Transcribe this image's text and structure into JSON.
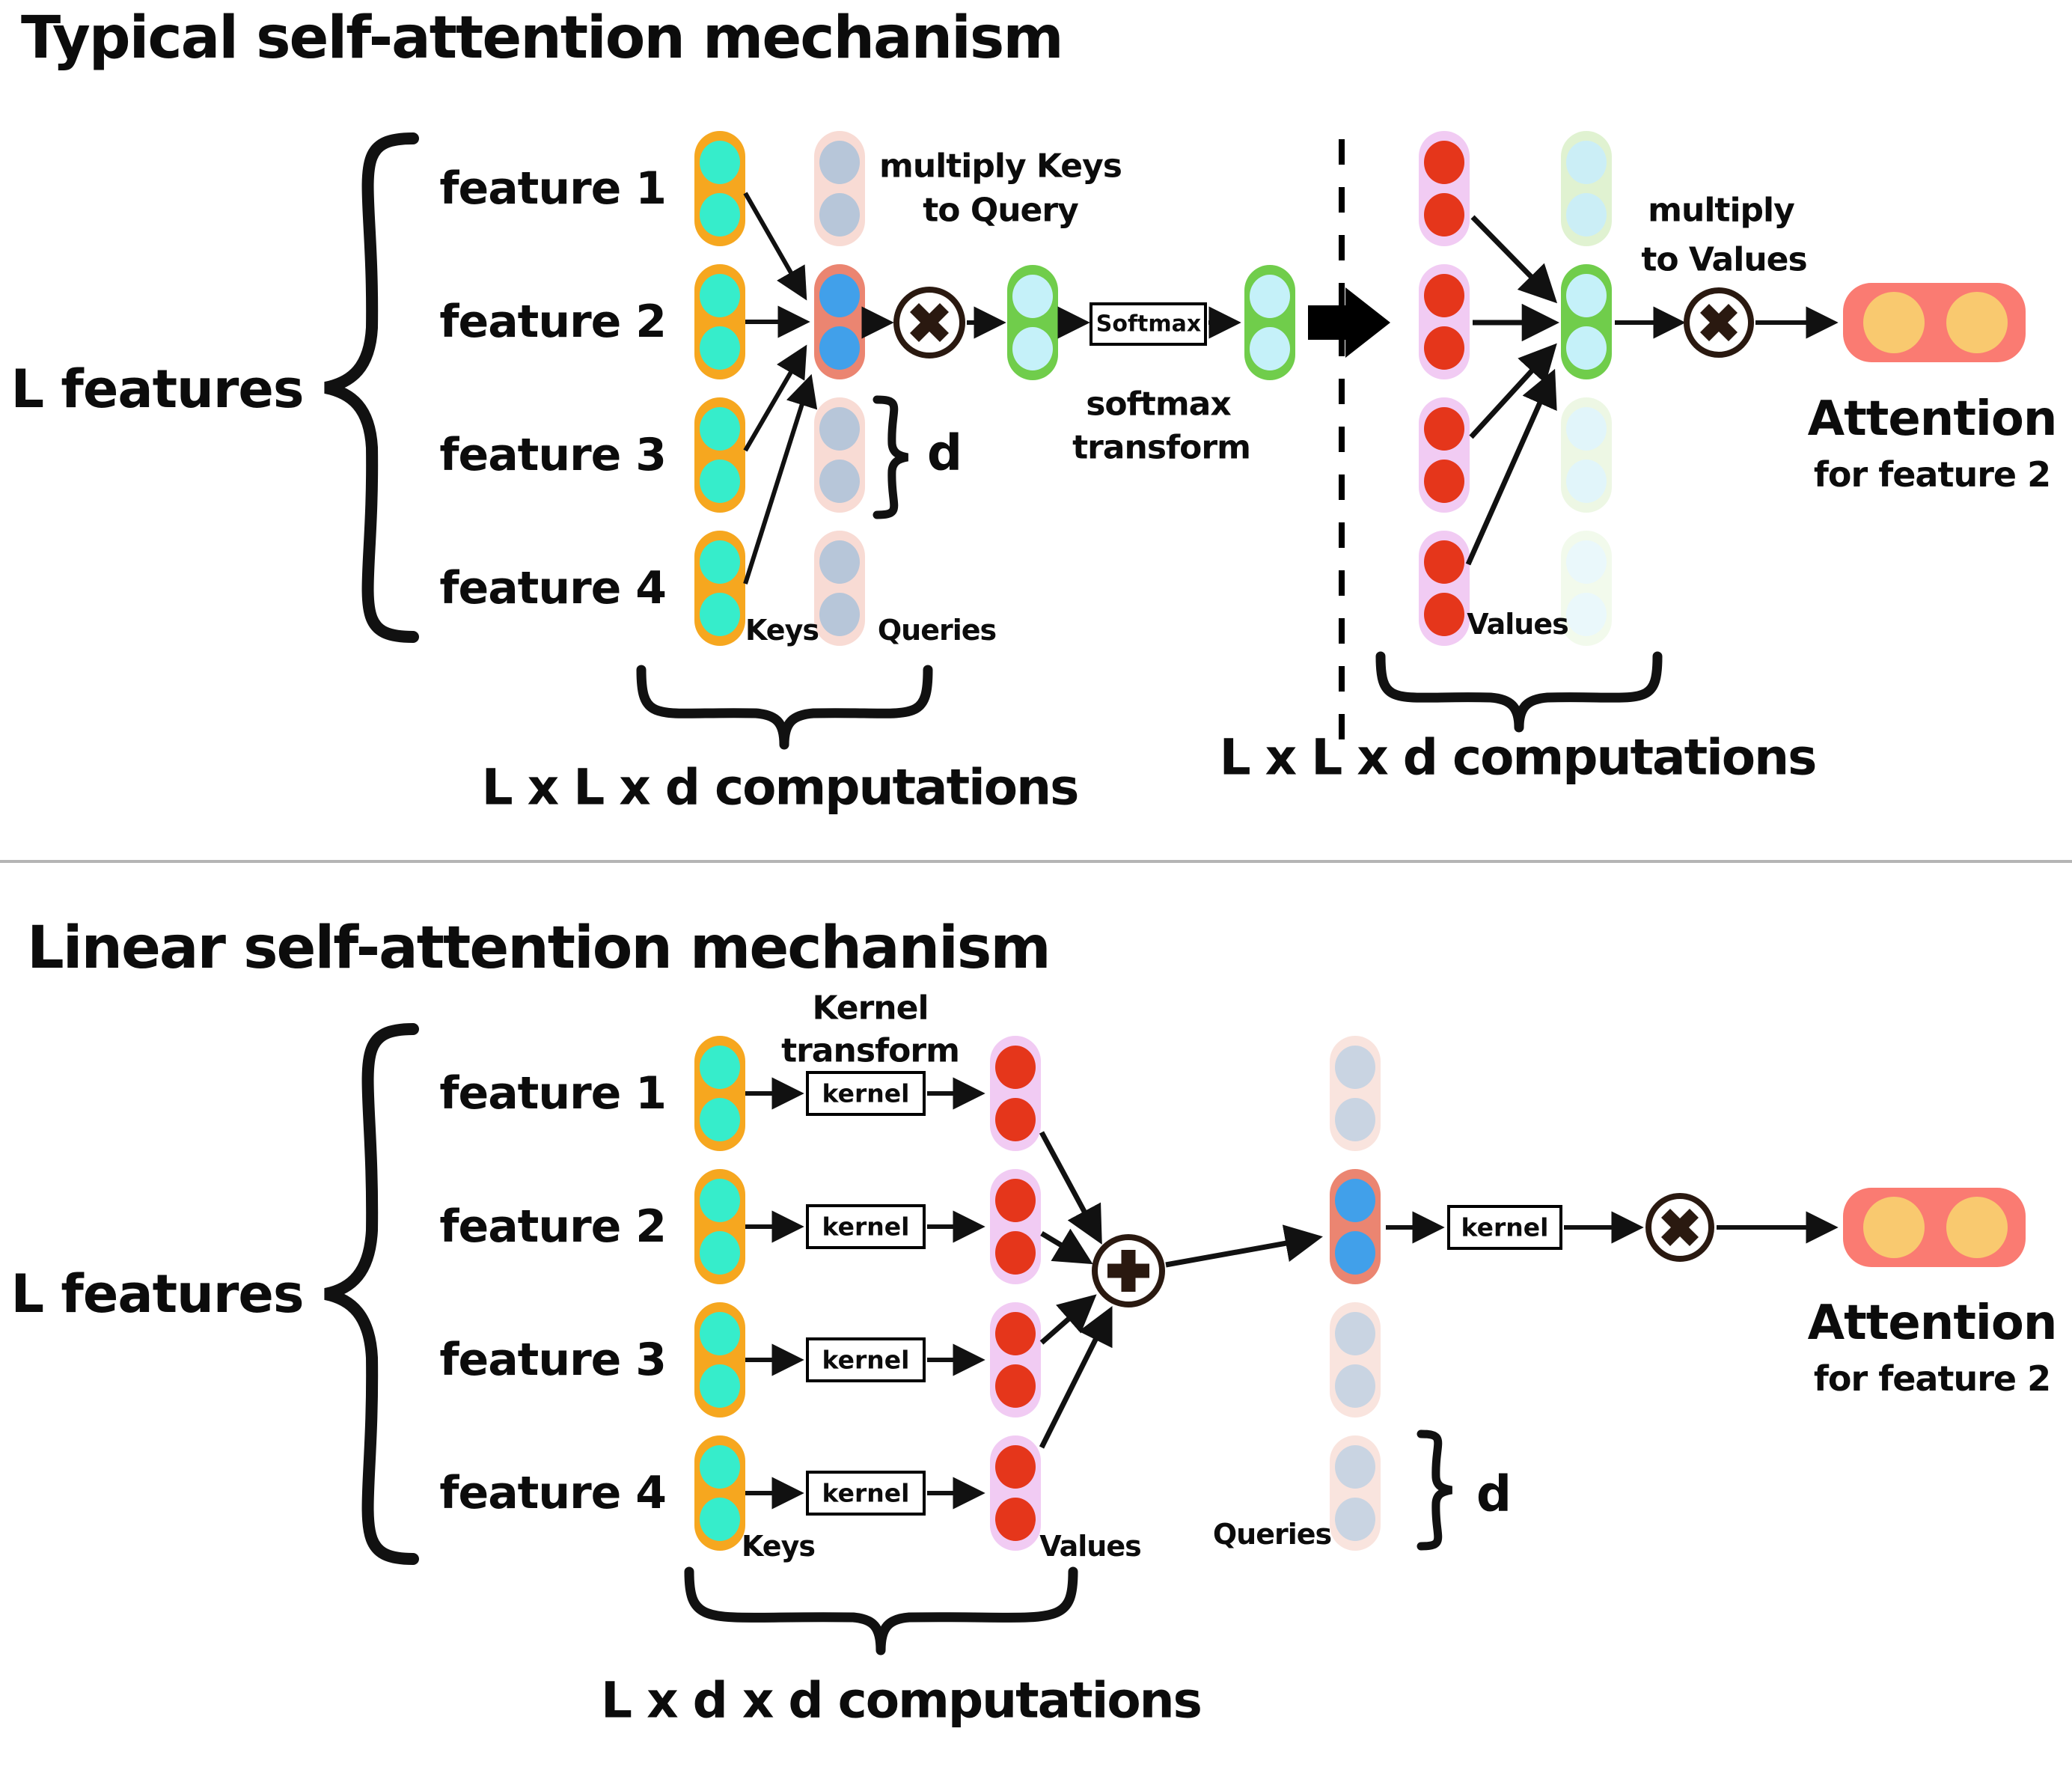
{
  "panels": {
    "top": {
      "title": "Typical self-attention mechanism",
      "l_features_label": "L features",
      "features": [
        "feature 1",
        "feature 2",
        "feature 3",
        "feature 4"
      ],
      "keys_label": "Keys",
      "queries_label": "Queries",
      "values_label": "Values",
      "multiply_keys": {
        "line1": "multiply Keys",
        "line2": "to Query"
      },
      "softmax_box_label": "Softmax",
      "softmax_caption": {
        "line1": "softmax",
        "line2": "transform"
      },
      "multiply_values": {
        "line1": "multiply",
        "line2": "to Values"
      },
      "d_label": "d",
      "attention": {
        "title": "Attention",
        "subtitle": "for feature 2"
      },
      "computations_left": "L x L x d computations",
      "computations_right": "L x L x d computations"
    },
    "bottom": {
      "title": "Linear self-attention mechanism",
      "l_features_label": "L features",
      "features": [
        "feature 1",
        "feature 2",
        "feature 3",
        "feature 4"
      ],
      "kernel_caption": {
        "line1": "Kernel",
        "line2": "transform"
      },
      "kernel_box_label": "kernel",
      "keys_label": "Keys",
      "values_label": "Values",
      "queries_label": "Queries",
      "d_label": "d",
      "attention": {
        "title": "Attention",
        "subtitle": "for feature 2"
      },
      "computations": "L x d x d computations"
    }
  },
  "operators": {
    "multiply": "×",
    "sum": "+"
  },
  "colors": {
    "keys_pill": "#F6A71F",
    "keys_circle": "#36EDCB",
    "queries_pill": "#F8DBD4",
    "queries_circle": "#B7C6D9",
    "highlight_pill": "#EB8571",
    "highlight_circle": "#41A0EA",
    "values_pill": "#F1CBF3",
    "values_circle": "#E5361B",
    "green_pill": "#70CD4B",
    "green_circle": "#C5F1F9",
    "faded_green_pill": "#DFF2CF",
    "faded_green_circle": "#C9EEF6",
    "attention_pill": "#FA7B72",
    "attention_circle": "#F9C96F",
    "operator_dark": "#2A1910",
    "arrow": "#111111",
    "divider": "#B5B5B5"
  }
}
